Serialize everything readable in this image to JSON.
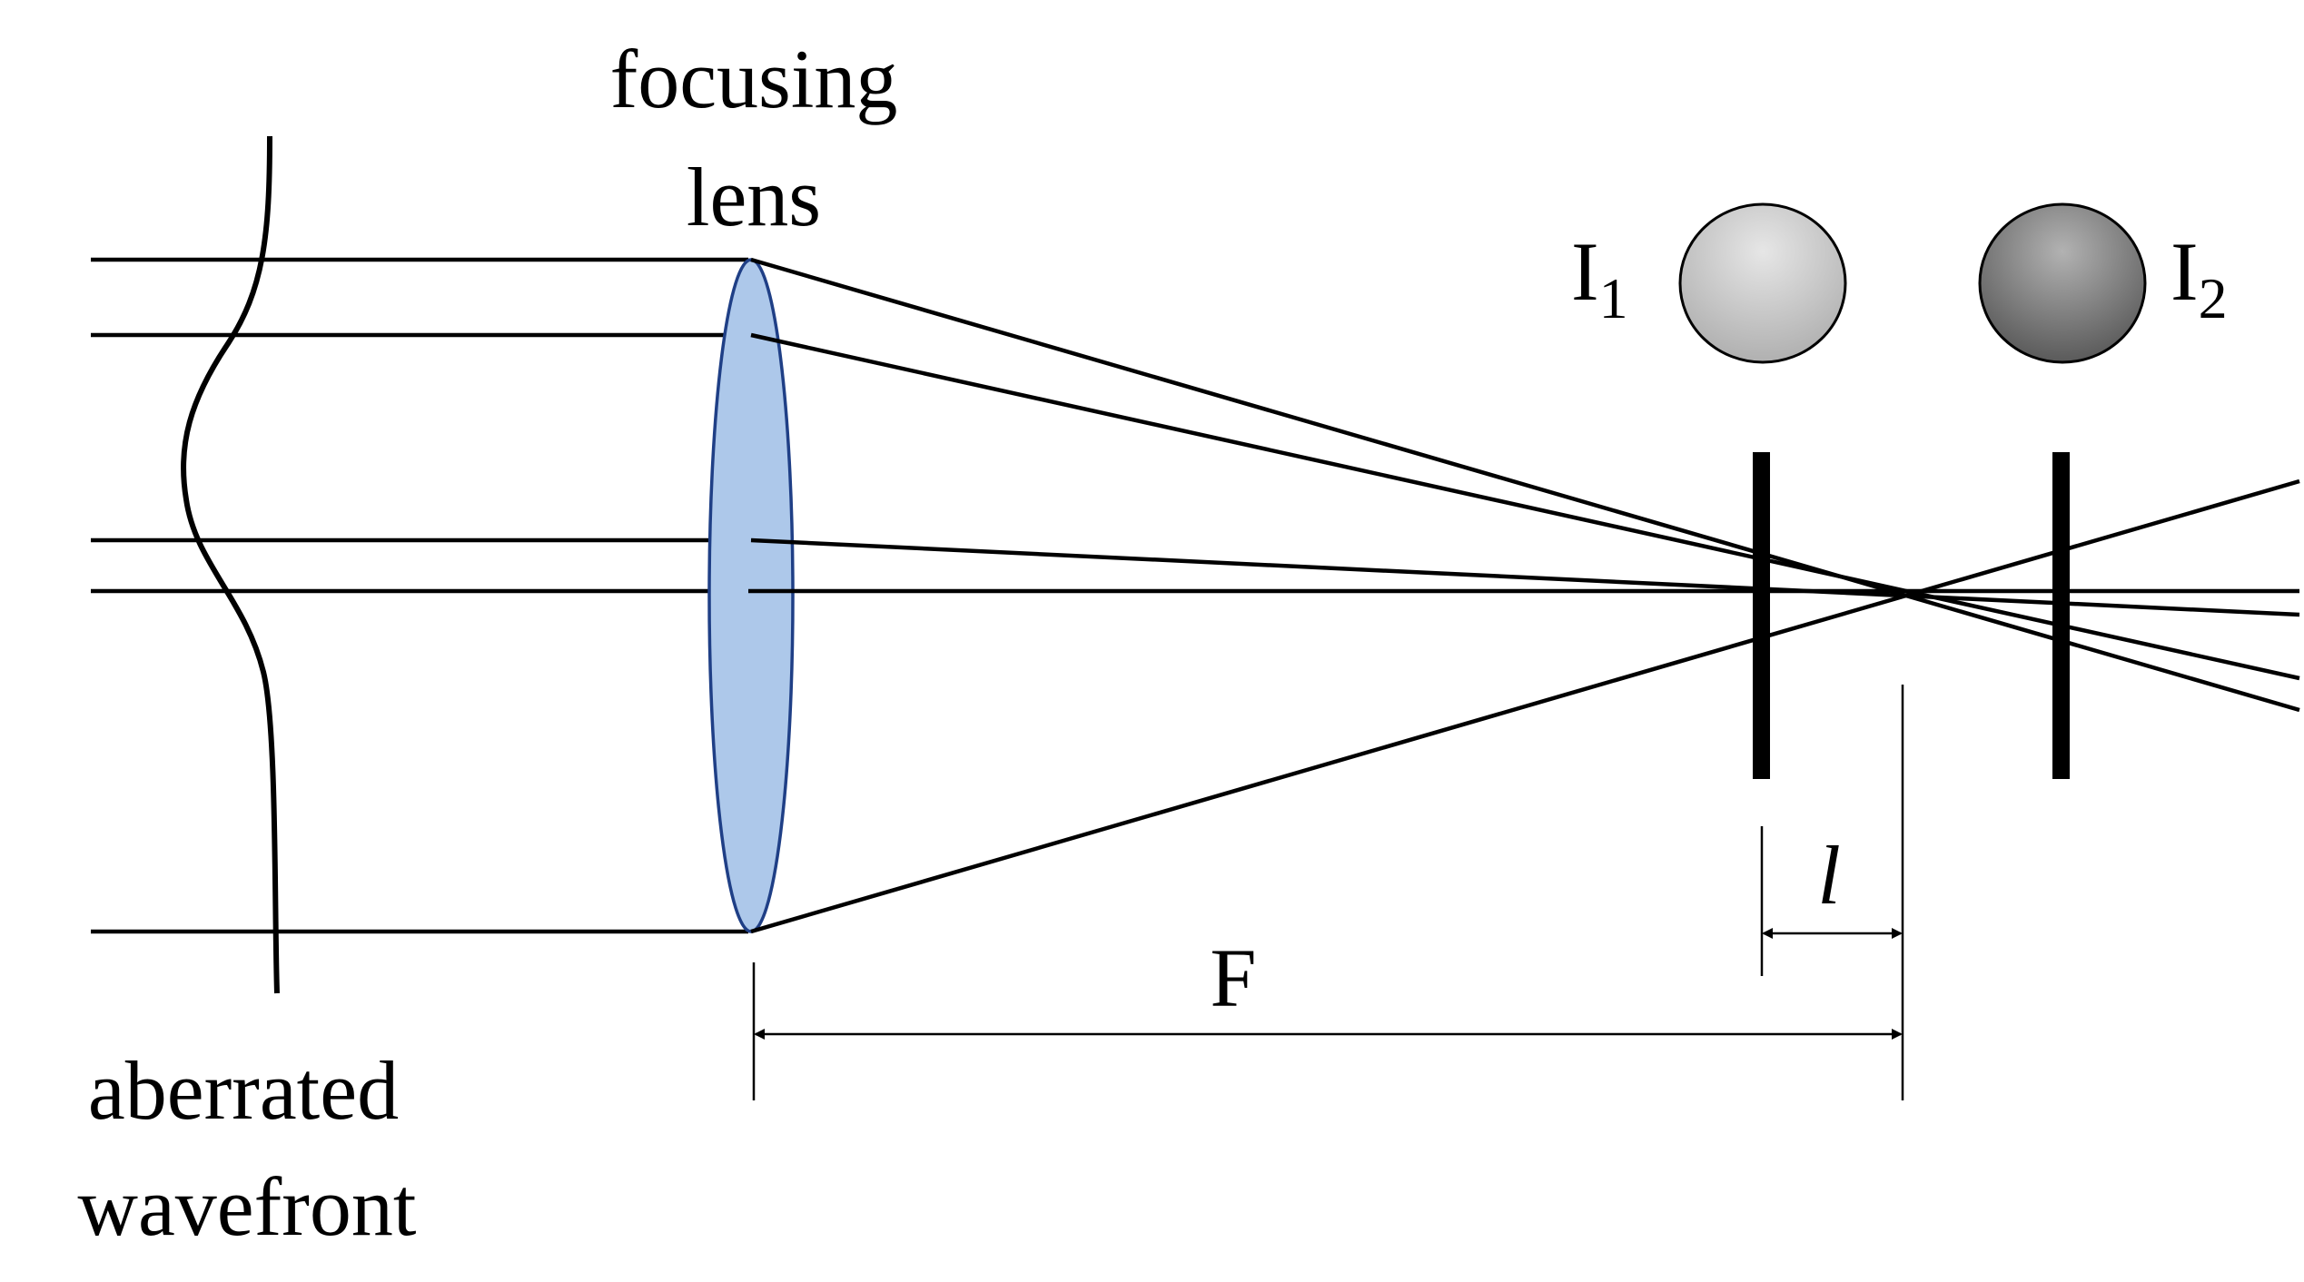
{
  "labels": {
    "lens_line1": "focusing",
    "lens_line2": "lens",
    "wavefront_line1": "aberrated",
    "wavefront_line2": "wavefront",
    "plane1_letter": "I",
    "plane1_sub": "1",
    "plane2_letter": "I",
    "plane2_sub": "2",
    "focal_length": "F",
    "offset": "l"
  },
  "colors": {
    "lens_fill": "#adc8ea",
    "lens_stroke": "#1f3f86",
    "spot1_light": "#e6e6e6",
    "spot1_dark": "#b0b0b0",
    "spot2_light": "#b2b2b2",
    "spot2_dark": "#5a5a5a",
    "line": "#000000"
  }
}
